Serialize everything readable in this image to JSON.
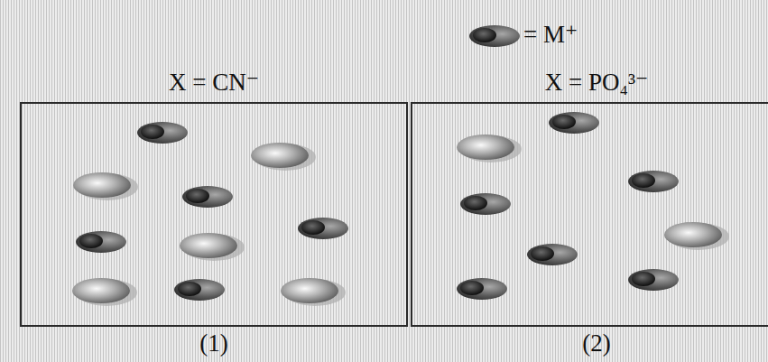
{
  "diagram": {
    "nodes": [
      {
        "text": [
          "X = CN⁻",
          "(1)"
        ]
      },
      {
        "text": [
          "X = PO₄³⁻",
          "(2)"
        ]
      }
    ],
    "legend": [
      {
        "text": "= M⁺"
      }
    ]
  }
}
